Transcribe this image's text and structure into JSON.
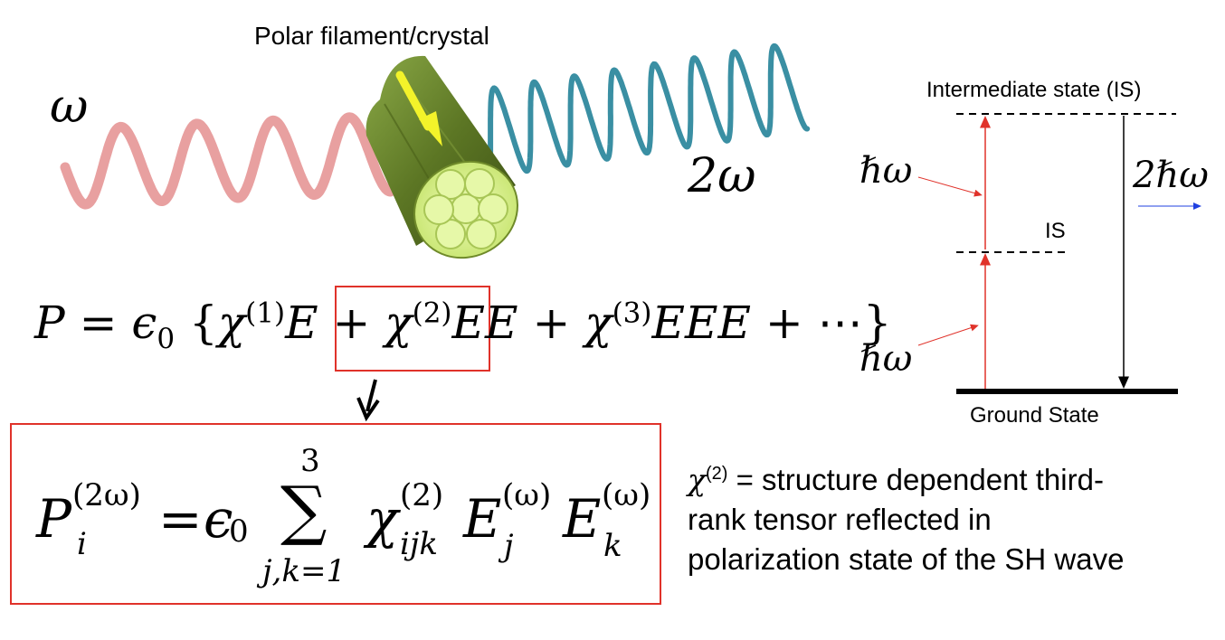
{
  "labels": {
    "filament": "Polar filament/crystal",
    "omega_in": "ω",
    "omega_out": "2ω",
    "intermediate_state": "Intermediate state (IS)",
    "is_short": "IS",
    "ground_state": "Ground State",
    "hbar_omega_top": "ℏω",
    "hbar_omega_bottom": "ℏω",
    "two_hbar_omega": "2ℏω"
  },
  "equation": {
    "lhs": "P",
    "equals": "=",
    "eps": "ϵ",
    "eps_sub": "0",
    "open_brace": "{",
    "chi": "χ",
    "sup1": "(1)",
    "sup2": "(2)",
    "sup3": "(3)",
    "e1": "E",
    "plus": "+",
    "ee": "EE",
    "eee": "EEE",
    "dots": "+ ⋯",
    "close_brace": "}"
  },
  "sum_equation": {
    "lhs": "P",
    "lhs_sup": "(2ω)",
    "lhs_sub": "i",
    "equals": "=",
    "eps": "ϵ",
    "eps_sub": "0",
    "sigma": "∑",
    "upper": "3",
    "lower": "j,k=1",
    "chi": "χ",
    "chi_sup": "(2)",
    "chi_sub": "ijk",
    "e_j": "E",
    "e_j_sup": "(ω)",
    "e_j_sub": "j",
    "e_k": "E",
    "e_k_sup": "(ω)",
    "e_k_sub": "k"
  },
  "description": {
    "chi": "χ",
    "chi_sup": "(2)",
    "line1": " = structure dependent third-",
    "line2": "rank tensor reflected in",
    "line3": "polarization state of the SH wave"
  },
  "colors": {
    "pink_wave": "#e8a0a0",
    "teal_wave": "#3a8fa3",
    "red_box": "#e0322a",
    "red_arrow": "#e0322a",
    "blue_arrow": "#2040e0",
    "cylinder": "#5f7a28",
    "cylinder_face": "#d7ef8c",
    "yellow_arrow": "#f3f32a"
  }
}
